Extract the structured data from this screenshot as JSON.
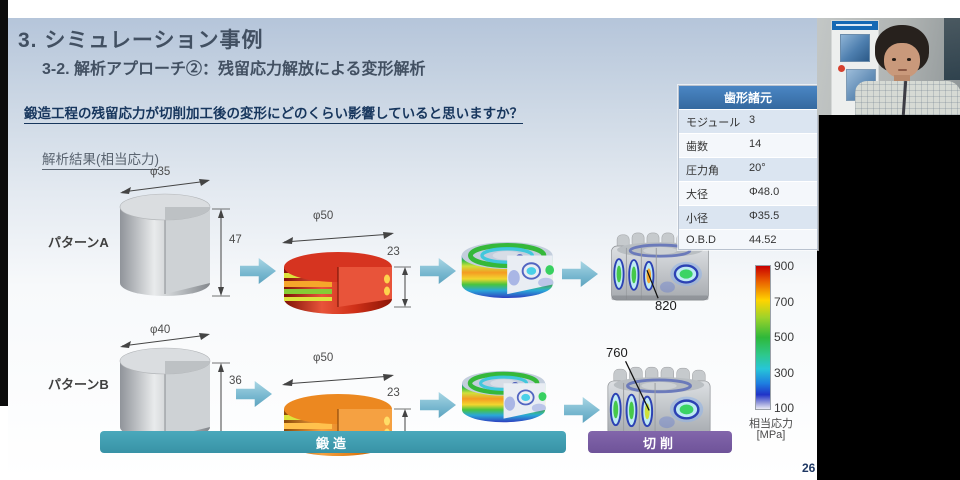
{
  "slide": {
    "title": "3. シミュレーション事例",
    "subtitle": "3-2. 解析アプローチ②：残留応力解放による変形解析",
    "question": "鍛造工程の残留応力が切削加工後の変形にどのくらい影響していると思いますか？",
    "section_label": "解析結果(相当応力)",
    "page_number": "26",
    "patterns": [
      {
        "label": "パターンA",
        "blank_diameter": "φ35",
        "blank_height": "47",
        "forged_diameter": "φ50",
        "forged_height": "23",
        "peak_stress": "820"
      },
      {
        "label": "パターンB",
        "blank_diameter": "φ40",
        "blank_height": "36",
        "forged_diameter": "φ50",
        "forged_height": "23",
        "peak_stress": "760"
      }
    ],
    "stage_bars": [
      {
        "label": "鍛造",
        "color": "#3f9fb2"
      },
      {
        "label": "切削",
        "color": "#7a5ca3"
      }
    ],
    "colorbar": {
      "ticks": [
        "900",
        "700",
        "500",
        "300",
        "100"
      ],
      "caption_stress": "相当応力",
      "caption_unit": "[MPa]"
    },
    "spec_table": {
      "header": "歯形諸元",
      "rows": [
        [
          "モジュール",
          "3"
        ],
        [
          "歯数",
          "14"
        ],
        [
          "圧力角",
          "20°"
        ],
        [
          "大径",
          "Φ48.0"
        ],
        [
          "小径",
          "Φ35.5"
        ],
        [
          "O.B.D",
          "44.52"
        ]
      ]
    }
  }
}
